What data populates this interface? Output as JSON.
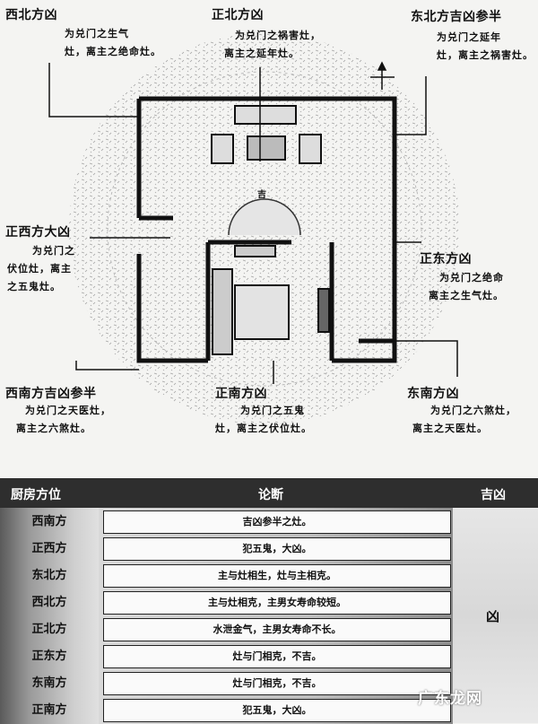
{
  "plan": {
    "labels": {
      "nw": "西北方凶",
      "n": "正北方凶",
      "ne": "东北方吉凶参半",
      "w": "正西方大凶",
      "e": "正东方凶",
      "sw": "西南方吉凶参半",
      "s": "正南方凶",
      "se": "东南方凶"
    },
    "notes": {
      "nw": [
        "为兑门之生气",
        "灶，离主之绝命灶。"
      ],
      "n": [
        "为兑门之祸害灶，",
        "离主之延年灶。"
      ],
      "ne": [
        "为兑门之延年",
        "灶，离主之祸害灶。"
      ],
      "w": [
        "为兑门之",
        "伏位灶，离主",
        "之五鬼灶。"
      ],
      "e": [
        "为兑门之绝命",
        "离主之生气灶。"
      ],
      "sw": [
        "为兑门之天医灶，",
        "离主之六煞灶。"
      ],
      "s": [
        "为兑门之五鬼",
        "灶，离主之伏位灶。"
      ],
      "se": [
        "为兑门之六煞灶，",
        "离主之天医灶。"
      ]
    },
    "center_glyph": "吉"
  },
  "table": {
    "headers": [
      "厨房方位",
      "论断",
      "吉凶"
    ],
    "rows": [
      {
        "pos": "西南方",
        "text": "吉凶参半之灶。"
      },
      {
        "pos": "正西方",
        "text": "犯五鬼，大凶。"
      },
      {
        "pos": "东北方",
        "text": "主与灶相生，灶与主相克。"
      },
      {
        "pos": "西北方",
        "text": "主与灶相克，主男女寿命较短。"
      },
      {
        "pos": "正北方",
        "text": "水泄金气，主男女寿命不长。"
      },
      {
        "pos": "正东方",
        "text": "灶与门相克，不吉。"
      },
      {
        "pos": "东南方",
        "text": "灶与门相克，不吉。"
      },
      {
        "pos": "正南方",
        "text": "犯五鬼，大凶。"
      }
    ],
    "verdict": "凶"
  },
  "watermark": "广东龙网"
}
